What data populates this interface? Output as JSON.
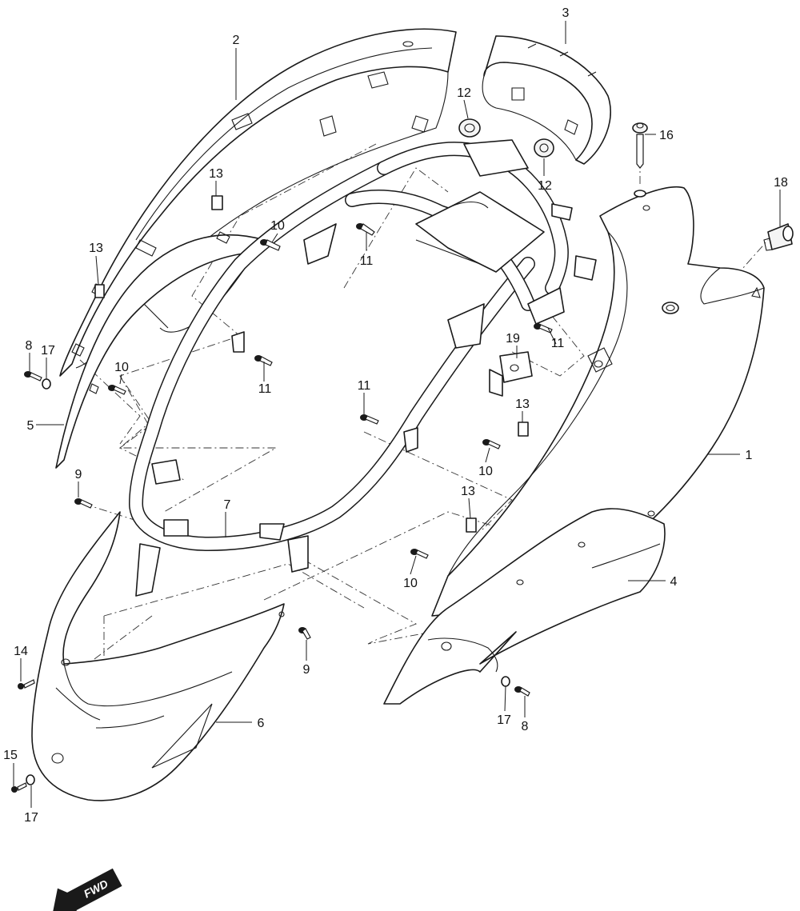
{
  "diagram": {
    "callouts": [
      {
        "id": "c2",
        "label": "2"
      },
      {
        "id": "c3",
        "label": "3"
      },
      {
        "id": "c12a",
        "label": "12"
      },
      {
        "id": "c12b",
        "label": "12"
      },
      {
        "id": "c16",
        "label": "16"
      },
      {
        "id": "c18",
        "label": "18"
      },
      {
        "id": "c13a",
        "label": "13"
      },
      {
        "id": "c10a",
        "label": "10"
      },
      {
        "id": "c11a",
        "label": "11"
      },
      {
        "id": "c13b",
        "label": "13"
      },
      {
        "id": "c8a",
        "label": "8"
      },
      {
        "id": "c17a",
        "label": "17"
      },
      {
        "id": "c10b",
        "label": "10"
      },
      {
        "id": "c11b",
        "label": "11"
      },
      {
        "id": "c19",
        "label": "19"
      },
      {
        "id": "c11c",
        "label": "11"
      },
      {
        "id": "c5",
        "label": "5"
      },
      {
        "id": "c11d",
        "label": "11"
      },
      {
        "id": "c13c",
        "label": "13"
      },
      {
        "id": "c10c",
        "label": "10"
      },
      {
        "id": "c1",
        "label": "1"
      },
      {
        "id": "c9a",
        "label": "9"
      },
      {
        "id": "c7",
        "label": "7"
      },
      {
        "id": "c13d",
        "label": "13"
      },
      {
        "id": "c10d",
        "label": "10"
      },
      {
        "id": "c4",
        "label": "4"
      },
      {
        "id": "c14",
        "label": "14"
      },
      {
        "id": "c9b",
        "label": "9"
      },
      {
        "id": "c6",
        "label": "6"
      },
      {
        "id": "c17b",
        "label": "17"
      },
      {
        "id": "c8b",
        "label": "8"
      },
      {
        "id": "c15",
        "label": "15"
      },
      {
        "id": "c17c",
        "label": "17"
      }
    ],
    "direction_badge": "FWD"
  }
}
